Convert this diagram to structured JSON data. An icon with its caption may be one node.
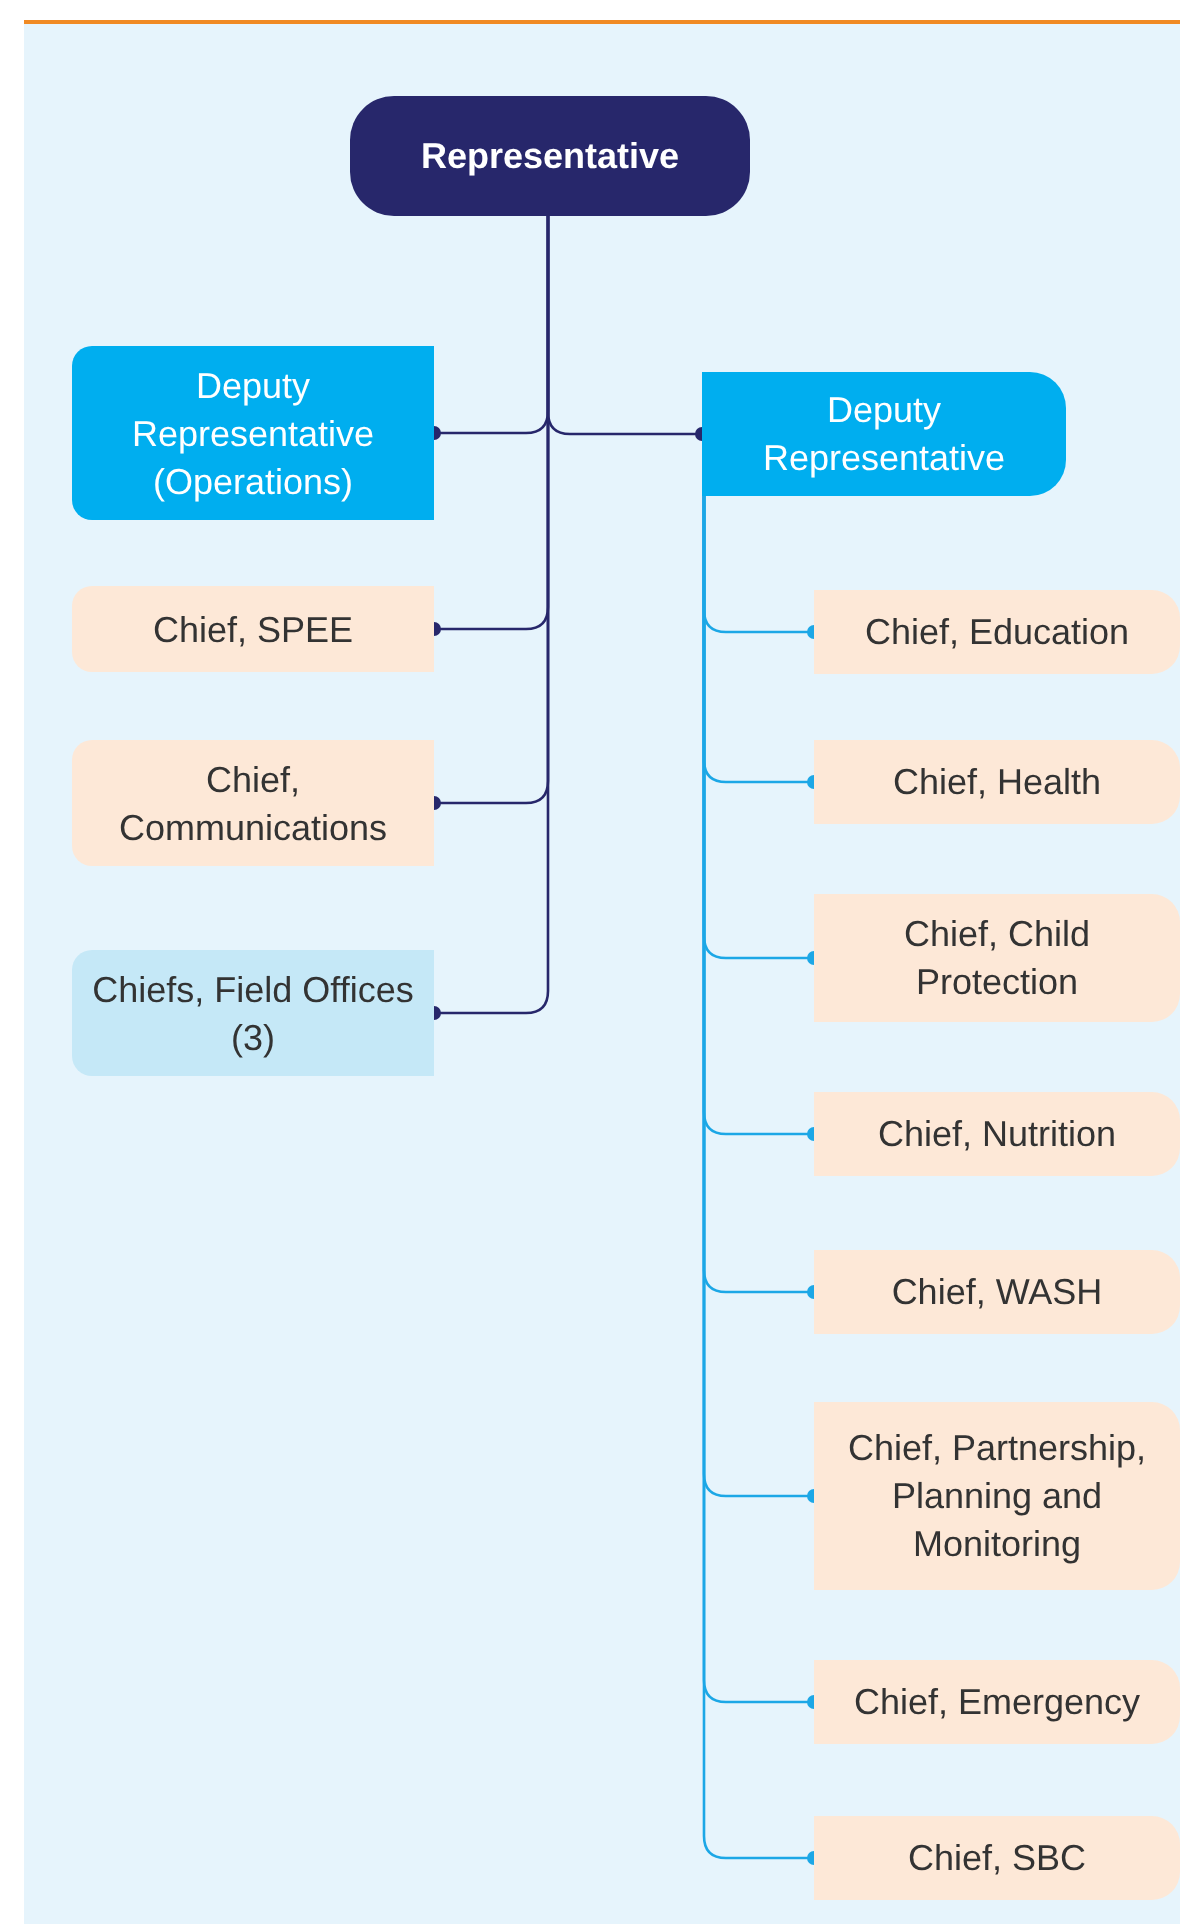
{
  "diagram": {
    "nodes": [
      {
        "text": [
          "Representative"
        ]
      },
      {
        "text": [
          "Deputy Representative (Operations)"
        ]
      },
      {
        "text": [
          "Chief, SPEE"
        ]
      },
      {
        "text": [
          "Chief, Communications"
        ]
      },
      {
        "text": [
          "Chiefs, Field Offices (3)"
        ]
      },
      {
        "text": [
          "Deputy Representative"
        ]
      },
      {
        "text": [
          "Chief, Education"
        ]
      },
      {
        "text": [
          "Chief, Health"
        ]
      },
      {
        "text": [
          "Chief, Child Protection"
        ]
      },
      {
        "text": [
          "Chief, Nutrition"
        ]
      },
      {
        "text": [
          "Chief, WASH"
        ]
      },
      {
        "text": [
          "Chief, Partnership, Planning and Monitoring"
        ]
      },
      {
        "text": [
          "Chief, Emergency"
        ]
      },
      {
        "text": [
          "Chief, SBC"
        ]
      }
    ],
    "edges": [
      {
        "from": 0,
        "to": 1,
        "arrow": "other",
        "color": "#27276b"
      },
      {
        "from": 0,
        "to": 5,
        "arrow": "other",
        "color": "#27276b"
      },
      {
        "from": 0,
        "to": 2,
        "arrow": "other",
        "color": "#27276b"
      },
      {
        "from": 0,
        "to": 3,
        "arrow": "other",
        "color": "#27276b"
      },
      {
        "from": 0,
        "to": 4,
        "arrow": "other",
        "color": "#27276b"
      },
      {
        "from": 5,
        "to": 6,
        "arrow": "other"
      },
      {
        "from": 5,
        "to": 7,
        "arrow": "other"
      },
      {
        "from": 5,
        "to": 8,
        "arrow": "other"
      },
      {
        "from": 5,
        "to": 9,
        "arrow": "other"
      },
      {
        "from": 5,
        "to": 10,
        "arrow": "other"
      },
      {
        "from": 5,
        "to": 11,
        "arrow": "other"
      },
      {
        "from": 5,
        "to": 12,
        "arrow": "other"
      },
      {
        "from": 5,
        "to": 13,
        "arrow": "other"
      }
    ]
  }
}
